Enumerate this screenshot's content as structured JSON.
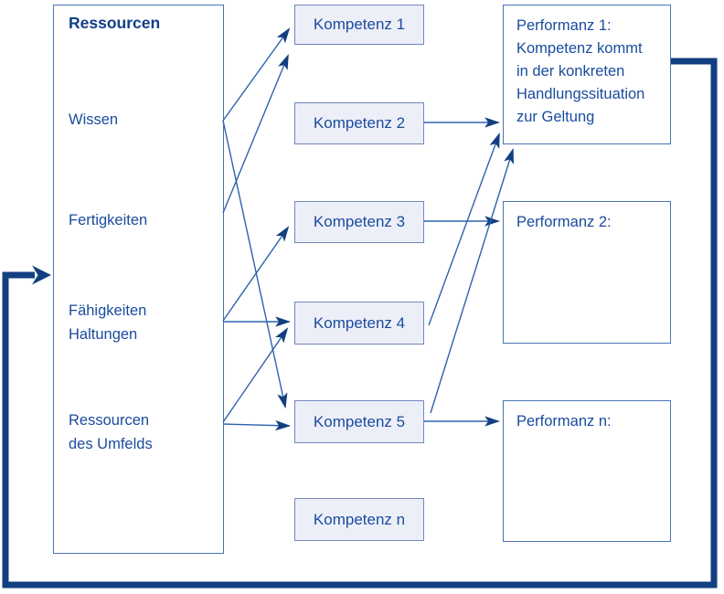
{
  "diagram": {
    "type": "flow-diagram",
    "colors": {
      "text_blue": "#1a4b9d",
      "thin_line_blue": "#2e62ad",
      "thick_loop_navy": "#123f80",
      "kompetenz_fill": "#edeff8",
      "kompetenz_border": "#7187bd",
      "box_border_blue": "#4a74b4",
      "background": "#ffffff"
    },
    "ressourcen_panel": {
      "title": "Ressourcen",
      "items": [
        {
          "label": "Wissen"
        },
        {
          "label": "Fertigkeiten"
        },
        {
          "label": "Fähigkeiten\nHaltungen"
        },
        {
          "label": "Ressourcen\ndes Umfelds"
        }
      ]
    },
    "kompetenz_boxes": [
      {
        "label": "Kompetenz 1"
      },
      {
        "label": "Kompetenz 2"
      },
      {
        "label": "Kompetenz 3"
      },
      {
        "label": "Kompetenz 4"
      },
      {
        "label": "Kompetenz 5"
      },
      {
        "label": "Kompetenz n"
      }
    ],
    "performanz_boxes": [
      {
        "title": "Performanz 1:",
        "body": "Kompetenz kommt\nin der konkreten\nHandlungssituation\nzur Geltung"
      },
      {
        "title": "Performanz 2:",
        "body": ""
      },
      {
        "title": "Performanz n:",
        "body": ""
      }
    ],
    "connections": [
      {
        "from": "Wissen",
        "to": "Kompetenz 1"
      },
      {
        "from": "Wissen",
        "to": "Kompetenz 5"
      },
      {
        "from": "Fertigkeiten",
        "to": "Kompetenz 1"
      },
      {
        "from": "Fähigkeiten / Haltungen",
        "to": "Kompetenz 3"
      },
      {
        "from": "Fähigkeiten / Haltungen",
        "to": "Kompetenz 4"
      },
      {
        "from": "Ressourcen des Umfelds",
        "to": "Kompetenz 4"
      },
      {
        "from": "Ressourcen des Umfelds",
        "to": "Kompetenz 5"
      },
      {
        "from": "Kompetenz 2",
        "to": "Performanz 1"
      },
      {
        "from": "Kompetenz 3",
        "to": "Performanz 2"
      },
      {
        "from": "Kompetenz 4",
        "to": "Performanz 1"
      },
      {
        "from": "Kompetenz 5",
        "to": "Performanz 1"
      },
      {
        "from": "Kompetenz 5",
        "to": "Performanz n"
      },
      {
        "from": "Performanz",
        "to": "Ressourcen",
        "type": "feedback-loop"
      }
    ]
  }
}
